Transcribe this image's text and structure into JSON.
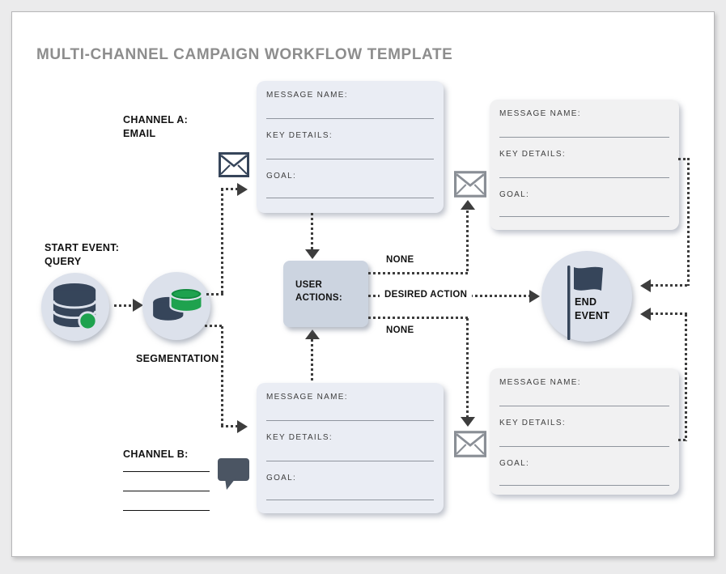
{
  "title": "MULTI-CHANNEL CAMPAIGN WORKFLOW TEMPLATE",
  "channel_a": {
    "line1": "CHANNEL A:",
    "line2": "EMAIL"
  },
  "start_event": {
    "line1": "START EVENT:",
    "line2": "QUERY"
  },
  "segmentation": {
    "label": "SEGMENTATION"
  },
  "user_actions": {
    "label": "USER ACTIONS:"
  },
  "end_event": {
    "line1": "END",
    "line2": "EVENT"
  },
  "channel_b": {
    "label": "CHANNEL B:",
    "blank_line_count": 3
  },
  "branches": {
    "none_top": "NONE",
    "desired_action": "DESIRED ACTION",
    "none_bottom": "NONE"
  },
  "message_boxes": [
    {
      "id": "channel-a-message",
      "message_name_label": "MESSAGE NAME:",
      "message_name_value": "",
      "key_details_label": "KEY DETAILS:",
      "key_details_value": "",
      "goal_label": "GOAL:",
      "goal_value": ""
    },
    {
      "id": "channel-a-followup-message",
      "message_name_label": "MESSAGE NAME:",
      "message_name_value": "",
      "key_details_label": "KEY DETAILS:",
      "key_details_value": "",
      "goal_label": "GOAL:",
      "goal_value": ""
    },
    {
      "id": "channel-b-message",
      "message_name_label": "MESSAGE NAME:",
      "message_name_value": "",
      "key_details_label": "KEY DETAILS:",
      "key_details_value": "",
      "goal_label": "GOAL:",
      "goal_value": ""
    },
    {
      "id": "channel-b-followup-message",
      "message_name_label": "MESSAGE NAME:",
      "message_name_value": "",
      "key_details_label": "KEY DETAILS:",
      "key_details_value": "",
      "goal_label": "GOAL:",
      "goal_value": ""
    }
  ],
  "icons": {
    "start_event": "database-icon",
    "segmentation": "database-segments-icon",
    "channel_a": "email-envelope-icon",
    "followup_top": "email-envelope-icon",
    "followup_bottom": "email-envelope-icon",
    "channel_b": "speech-bubble-icon",
    "end_event": "flag-icon"
  },
  "colors": {
    "dark_navy": "#36455a",
    "green": "#1ea24e",
    "green_dark_rim": "#128a3f",
    "circle_fill": "#dce1eb",
    "message_box_fill": "#eaedf4",
    "followup_box_fill": "#f1f1f2",
    "user_actions_fill": "#ccd4e0",
    "connector": "#3d3d3d",
    "envelope_gray": "#8a8f96",
    "title_gray": "#8d8d8d",
    "canvas_background": "#ebebec",
    "page_background": "#ffffff"
  }
}
